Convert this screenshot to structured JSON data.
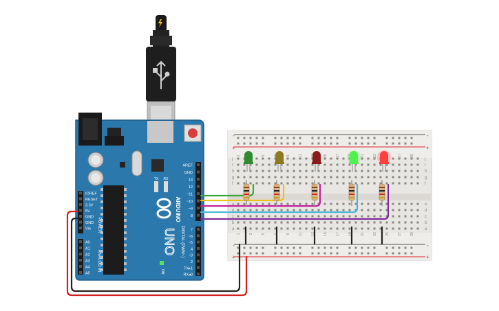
{
  "colors": {
    "board": "#2b78ad",
    "board_edge": "#1f5f8a",
    "breadboard": "#e8e6e3",
    "rail_red": "#d8232a",
    "rail_blue": "#555555",
    "wire_green": "#3aa83a",
    "wire_yellow": "#e8c21a",
    "wire_magenta": "#c21f9e",
    "wire_cyan": "#4fb6d9",
    "wire_purple": "#7e2d9a",
    "wire_red": "#d32020",
    "wire_black": "#222222"
  },
  "arduino": {
    "brand": "ARDUINO",
    "model": "UNO",
    "power_label": "POWER",
    "analog_label": "ANALOG IN",
    "digital_label": "DIGITAL (PWM~)",
    "on_label": "ON",
    "tx_label": "TX",
    "rx_label": "RX",
    "l_label": "L",
    "power_pins": [
      "IOREF",
      "RESET",
      "3.3V",
      "5V",
      "GND",
      "GND",
      "Vin"
    ],
    "analog_pins": [
      "A0",
      "A1",
      "A2",
      "A3",
      "A4",
      "A5"
    ],
    "digital_top": [
      "AREF",
      "GND",
      "13",
      "12",
      "~11",
      "~10",
      "~9",
      "8"
    ],
    "digital_bottom": [
      "7",
      "~6",
      "~5",
      "4",
      "~3",
      "2",
      "TX▸1",
      "RX◂0"
    ]
  },
  "breadboard": {
    "top_rows": [
      "j",
      "i",
      "h",
      "g",
      "f"
    ],
    "bottom_rows": [
      "e",
      "d",
      "c",
      "b",
      "a"
    ],
    "column_numbers": [
      "1",
      "3",
      "5",
      "7",
      "9",
      "11",
      "13",
      "15",
      "17",
      "19",
      "21",
      "23",
      "25",
      "27",
      "29"
    ],
    "rail_plus": "+",
    "rail_minus": "-"
  },
  "leds": [
    {
      "name": "green",
      "color": "#2e8b2e"
    },
    {
      "name": "yellow",
      "color": "#8b7a1e"
    },
    {
      "name": "red",
      "color": "#8b1a1a"
    },
    {
      "name": "green-lit",
      "color": "#4ff04f"
    },
    {
      "name": "red-lit",
      "color": "#ff4040"
    }
  ],
  "usb_cable": {
    "icon": "usb-icon"
  }
}
